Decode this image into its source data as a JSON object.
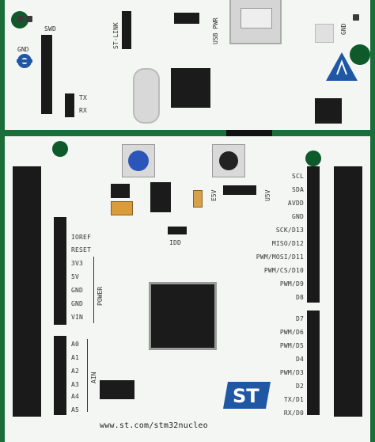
{
  "board": {
    "gnd_top_left": "GND",
    "swd": "SWD",
    "st_link": "ST-LINK",
    "usb_pwr": "USB PWR",
    "gnd_top_right": "GND",
    "tx": "TX",
    "rx": "RX",
    "e5v": "E5V",
    "u5v": "U5V",
    "idd": "IDD",
    "power_group": "POWER",
    "ain_group": "AIN",
    "url": "www.st.com/stm32nucleo"
  },
  "left_header_labels": [
    "IOREF",
    "RESET",
    "3V3",
    "5V",
    "GND",
    "GND",
    "VIN"
  ],
  "analog_labels": [
    "A0",
    "A1",
    "A2",
    "A3",
    "A4",
    "A5"
  ],
  "right_header_top_labels": [
    "SCL",
    "SDA",
    "AVDD",
    "GND",
    "SCK/D13",
    "MISO/D12",
    "PWM/MOSI/D11",
    "PWM/CS/D10",
    "PWM/D9",
    "D8"
  ],
  "right_header_bottom_labels": [
    "D7",
    "PWM/D6",
    "PWM/D5",
    "D4",
    "PWM/D3",
    "D2",
    "TX/D1",
    "RX/D0"
  ],
  "icons": [
    "st-logo-icon",
    "esd-warning-icon",
    "usb-connector-icon",
    "reset-button-icon",
    "user-button-icon"
  ],
  "colors": {
    "pcb": "#f4f6f4",
    "green": "#1b6e3a",
    "header": "#1a1a1a",
    "user_button": "#2b55b8",
    "st_logo": "#1f57a5",
    "esd": "#1f57a5"
  }
}
